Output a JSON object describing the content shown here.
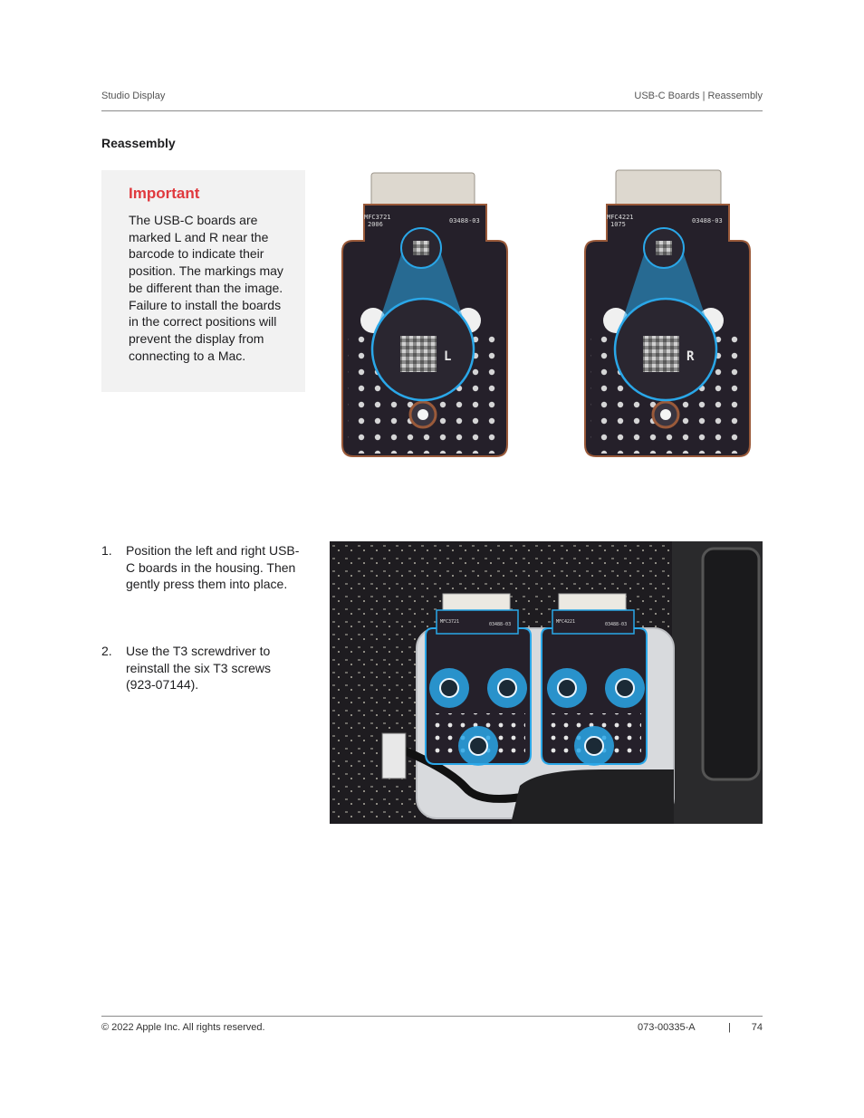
{
  "header": {
    "left": "Studio Display",
    "right": "USB-C Boards | Reassembly"
  },
  "section_title": "Reassembly",
  "important": {
    "title": "Important",
    "body": "The USB-C boards are marked L and R near the barcode to indicate their position. The markings may be different than the image. Failure to install the boards in the correct positions will prevent the display from connecting to a Mac."
  },
  "figure1": {
    "left_board": {
      "code": "MFC3721",
      "date": "2006",
      "part": "03488-03",
      "marking": "L"
    },
    "right_board": {
      "code": "MFC4221",
      "date": "1075",
      "part": "03488-03",
      "marking": "R"
    }
  },
  "figure2": {
    "left_board": {
      "code": "MFC3721",
      "part": "03488-03"
    },
    "right_board": {
      "code": "MFC4221",
      "part": "03488-03"
    }
  },
  "steps": [
    {
      "number": "1.",
      "text": "Position the left and right USB-C boards in the housing. Then gently press them into place."
    },
    {
      "number": "2.",
      "text": "Use the T3 screwdriver to reinstall the six T3 screws (923-07144)."
    }
  ],
  "footer": {
    "copyright": "© 2022 Apple Inc. All rights reserved.",
    "doc_number": "073-00335-A",
    "separator": "|",
    "page": "74"
  },
  "colors": {
    "accent_red": "#e0393e",
    "highlight_blue": "#2aa7e8",
    "board_dark": "#25202a",
    "board_copper": "#9a5a3a"
  }
}
